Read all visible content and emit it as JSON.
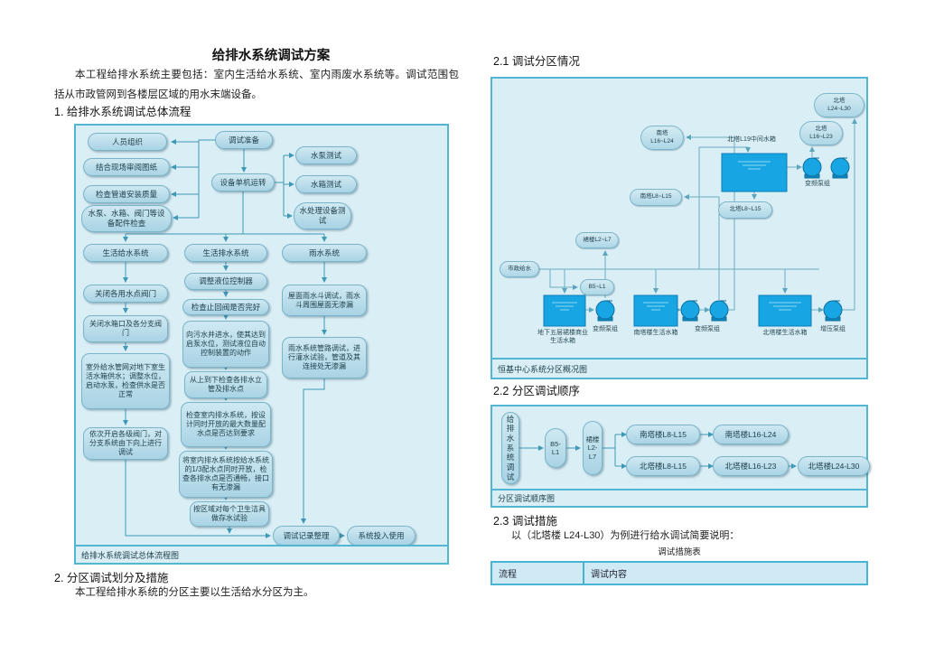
{
  "doc": {
    "title": "给排水系统调试方案",
    "intro": "本工程给排水系统主要包括：室内生活给水系统、室内雨废水系统等。调试范围包括从市政管网到各楼层区域的用水末端设备。",
    "s1_heading": "1. 给排水系统调试总体流程",
    "s2_heading": "2. 分区调试划分及措施",
    "s2_text": "本工程给排水系统的分区主要以生活给水分区为主。",
    "s21_heading": "2.1 调试分区情况",
    "s22_heading": "2.2 分区调试顺序",
    "s23_heading": "2.3 调试措施",
    "s23_text": "以（北塔楼 L24-L30）为例进行给水调试简要说明：",
    "measures_table_title": "调试措施表"
  },
  "flow_overall": {
    "caption": "给排水系统调试总体流程图",
    "nodes": [
      {
        "id": "org",
        "label": "人员组织"
      },
      {
        "id": "drawings",
        "label": "结合现场审阅图纸"
      },
      {
        "id": "pipe",
        "label": "检查管道安装质量"
      },
      {
        "id": "parts",
        "label": "水泵、水箱、阀门等设备配件检查"
      },
      {
        "id": "prep",
        "label": "调试准备"
      },
      {
        "id": "run",
        "label": "设备单机运转"
      },
      {
        "id": "pumptest",
        "label": "水泵测试"
      },
      {
        "id": "tanktest",
        "label": "水箱测试"
      },
      {
        "id": "treattest",
        "label": "水处理设备测试"
      },
      {
        "id": "a1",
        "label": "生活给水系统"
      },
      {
        "id": "a2",
        "label": "关闭各用水点阀门"
      },
      {
        "id": "a3",
        "label": "关闭水箱口及各分支阀门"
      },
      {
        "id": "a4",
        "label": "室外给水管网对地下室生活水箱供水；调整水位，启动水泵，检查供水是否正常"
      },
      {
        "id": "a5",
        "label": "依次开启各级阀门，对分支系统由下向上进行调试"
      },
      {
        "id": "b1",
        "label": "生活排水系统"
      },
      {
        "id": "b2",
        "label": "调整液位控制器"
      },
      {
        "id": "b3",
        "label": "检查止回阀是否完好"
      },
      {
        "id": "b4",
        "label": "向污水井进水，使其达到启泵水位，测试液位自动控制装置的动作"
      },
      {
        "id": "b5",
        "label": "从上到下检查各排水立管及排水点"
      },
      {
        "id": "b6",
        "label": "检查室内排水系统，按设计同时开放的最大数量配水点是否达到要求"
      },
      {
        "id": "b7",
        "label": "将室内排水系统按给水系统的1/3配水点同时开放，检查各排水点是否通畅，接口有无渗漏"
      },
      {
        "id": "b8",
        "label": "按区域对每个卫生洁具做存水试验"
      },
      {
        "id": "c1",
        "label": "雨水系统"
      },
      {
        "id": "c2",
        "label": "屋面雨水斗调试，雨水斗周围屋面无渗漏"
      },
      {
        "id": "c3",
        "label": "雨水系统管路调试，进行灌水试验，管道及其连接处无渗漏"
      },
      {
        "id": "m1",
        "label": "调试记录整理"
      },
      {
        "id": "m2",
        "label": "系统投入使用"
      }
    ]
  },
  "zone_diagram": {
    "caption": "恒基中心系统分区概况图",
    "ovals": [
      {
        "id": "municipal",
        "label": "市政给水"
      },
      {
        "id": "b5",
        "label": "B5~L1"
      },
      {
        "id": "podium",
        "label": "裙楼L2~L7"
      },
      {
        "id": "southlow",
        "label": "南塔L8~L15"
      },
      {
        "id": "southhigh",
        "label": "南塔\nL16~L24"
      },
      {
        "id": "northlow",
        "label": "北塔L8~L15"
      },
      {
        "id": "northmid",
        "label": "北塔\nL16~L23"
      },
      {
        "id": "northhigh",
        "label": "北塔\nL24~L30"
      }
    ],
    "tank_labels": [
      {
        "id": "mid",
        "label": "北塔L19中间水箱"
      },
      {
        "id": "base",
        "label": "地下五层裙楼商业生活水箱"
      },
      {
        "id": "south",
        "label": "南塔楼生活水箱"
      },
      {
        "id": "north",
        "label": "北塔楼生活水箱"
      }
    ],
    "pump_labels": [
      {
        "id": "pbase",
        "label": "变频泵组"
      },
      {
        "id": "psouth",
        "label": "变频泵组"
      },
      {
        "id": "pmid",
        "label": "变频泵组"
      },
      {
        "id": "pnorth",
        "label": "增压泵组"
      }
    ]
  },
  "seq_diagram": {
    "caption": "分区调试顺序图",
    "nodes": [
      {
        "id": "root",
        "label": "给排水系统调试"
      },
      {
        "id": "b5l1",
        "label": "B5-\nL1"
      },
      {
        "id": "podium",
        "label": "裙楼\nL2-\nL7"
      },
      {
        "id": "southlow",
        "label": "南塔楼L8-L15"
      },
      {
        "id": "southhigh",
        "label": "南塔楼L16-L24"
      },
      {
        "id": "northlow",
        "label": "北塔楼L8-L15"
      },
      {
        "id": "northmid",
        "label": "北塔楼L16-L23"
      },
      {
        "id": "northhigh",
        "label": "北塔楼L24-L30"
      }
    ]
  },
  "measures_table": {
    "headers": [
      "流程",
      "调试内容"
    ]
  },
  "colors": {
    "panel_border": "#52b5d2",
    "panel_fill": "#daeef5",
    "node_border": "#79b4c9",
    "node_fill": "#b9dcea",
    "line": "#3f98b5",
    "tank_fill": "#18a5e4",
    "tank_border": "#0d7fb5",
    "text": "#1d3e4a"
  }
}
